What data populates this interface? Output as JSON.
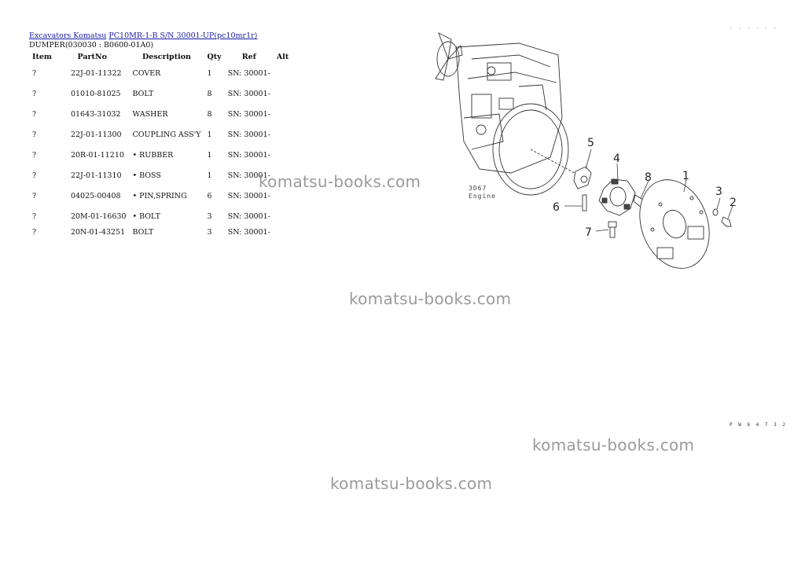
{
  "breadcrumb": {
    "part1": "Excavators Komatsu",
    "part2": "PC10MR-1-B S/N 30001-UP(pc10mr1r)"
  },
  "subtitle": "DUMPER(030030 : B0600-01A0)",
  "table": {
    "headers": [
      "Item",
      "PartNo",
      "Description",
      "Qty",
      "Ref",
      "Alt"
    ],
    "rows": [
      {
        "item": "?",
        "part_no": "22J-01-11322",
        "description": "COVER",
        "qty": "1",
        "ref": "SN: 30001-",
        "alt": ""
      },
      {
        "item": "?",
        "part_no": "01010-81025",
        "description": "BOLT",
        "qty": "8",
        "ref": "SN: 30001-",
        "alt": ""
      },
      {
        "item": "?",
        "part_no": "01643-31032",
        "description": "WASHER",
        "qty": "8",
        "ref": "SN: 30001-",
        "alt": ""
      },
      {
        "item": "?",
        "part_no": "22J-01-11300",
        "description": "COUPLING ASS'Y",
        "qty": "1",
        "ref": "SN: 30001-",
        "alt": ""
      },
      {
        "item": "?",
        "part_no": "20R-01-11210",
        "description": "• RUBBER",
        "qty": "1",
        "ref": "SN: 30001-",
        "alt": ""
      },
      {
        "item": "?",
        "part_no": "22J-01-11310",
        "description": "• BOSS",
        "qty": "1",
        "ref": "SN: 30001-",
        "alt": ""
      },
      {
        "item": "?",
        "part_no": "04025-00408",
        "description": "• PIN,SPRING",
        "qty": "6",
        "ref": "SN: 30001-",
        "alt": ""
      },
      {
        "item": "?",
        "part_no": "20M-01-16630",
        "description": "• BOLT",
        "qty": "3",
        "ref": "SN: 30001-",
        "alt": ""
      },
      {
        "item": "?",
        "part_no": "20N-01-43251",
        "description": "BOLT",
        "qty": "3",
        "ref": "SN: 30001-",
        "alt": ""
      }
    ]
  },
  "diagram": {
    "callouts": [
      "1",
      "2",
      "3",
      "4",
      "5",
      "6",
      "7",
      "8"
    ],
    "engine_label": "Engine",
    "engine_code": "3D67",
    "corner_code": "· · · · · ·",
    "figure_code": "P W 6 4 7 3 2"
  },
  "watermarks": [
    "komatsu-books.com",
    "komatsu-books.com",
    "komatsu-books.com",
    "komatsu-books.com"
  ]
}
